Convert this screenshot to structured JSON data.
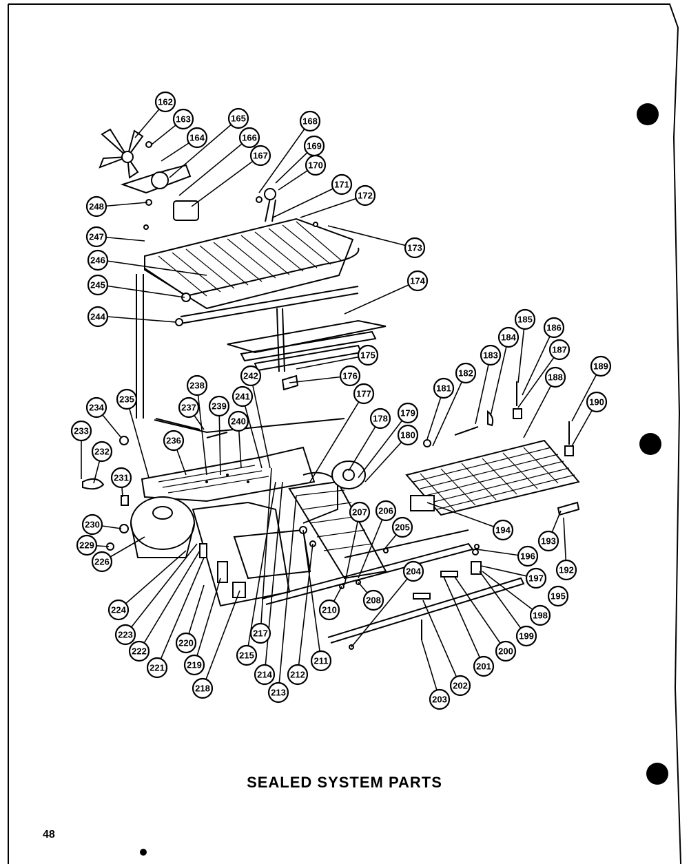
{
  "title": "SEALED SYSTEM PARTS",
  "page_number": "48",
  "callouts": [
    "162",
    "163",
    "164",
    "165",
    "166",
    "167",
    "168",
    "169",
    "170",
    "171",
    "172",
    "173",
    "174",
    "175",
    "176",
    "177",
    "178",
    "179",
    "180",
    "181",
    "182",
    "183",
    "184",
    "185",
    "186",
    "187",
    "188",
    "189",
    "190",
    "192",
    "193",
    "194",
    "195",
    "196",
    "197",
    "198",
    "199",
    "200",
    "201",
    "202",
    "203",
    "204",
    "205",
    "206",
    "207",
    "208",
    "210",
    "211",
    "212",
    "213",
    "214",
    "215",
    "217",
    "218",
    "219",
    "220",
    "221",
    "222",
    "223",
    "224",
    "226",
    "229",
    "230",
    "231",
    "232",
    "233",
    "234",
    "235",
    "236",
    "237",
    "238",
    "239",
    "240",
    "241",
    "242",
    "244",
    "245",
    "246",
    "247",
    "248"
  ]
}
